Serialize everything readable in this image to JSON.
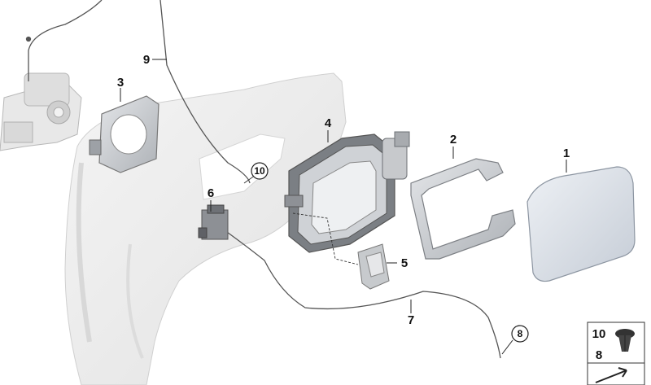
{
  "diagram": {
    "callouts": [
      "1",
      "2",
      "3",
      "4",
      "5",
      "6",
      "7",
      "8",
      "9",
      "10"
    ],
    "circled_callouts": [
      "10",
      "8"
    ],
    "legend_box": {
      "top_label": "10",
      "bottom_label": "8"
    },
    "colors": {
      "body_panel": "#ececec",
      "part_grey": "#c9ccd0",
      "part_dark": "#6b6e72",
      "cap_blue": "#d7dde5",
      "cable": "#555555"
    }
  }
}
